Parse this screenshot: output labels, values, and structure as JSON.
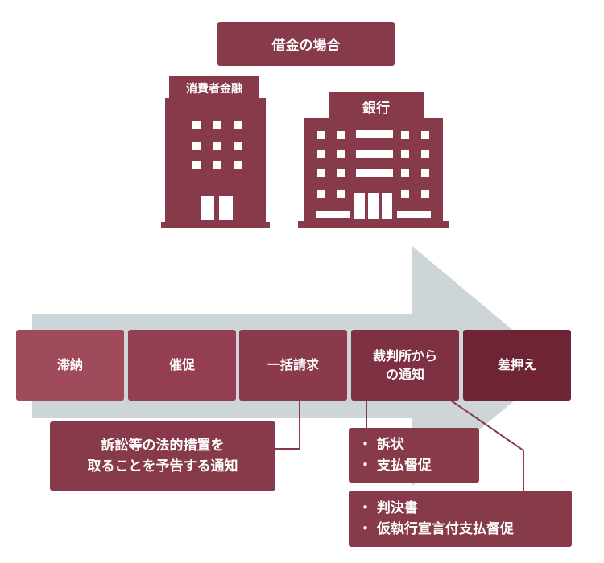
{
  "title": "借金の場合",
  "buildings": {
    "consumer_finance": "消費者金融",
    "bank": "銀行"
  },
  "steps": [
    {
      "label": "滞納",
      "color": "#a04b5b"
    },
    {
      "label": "催促",
      "color": "#943f51"
    },
    {
      "label": "一括請求",
      "color": "#8a3a4b"
    },
    {
      "label": "裁判所から\nの通知",
      "color": "#7e3142"
    },
    {
      "label": "差押え",
      "color": "#6e2435"
    }
  ],
  "notes": {
    "lawsuit_notice": "訴訟等の法的措置を\n取ることを予告する通知",
    "court_items": "・ 訴状\n・ 支払督促",
    "judgment_items": "・ 判決書\n・ 仮執行宣言付支払督促"
  },
  "colors": {
    "primary": "#863a4a",
    "arrow": "#cdd5d9"
  }
}
